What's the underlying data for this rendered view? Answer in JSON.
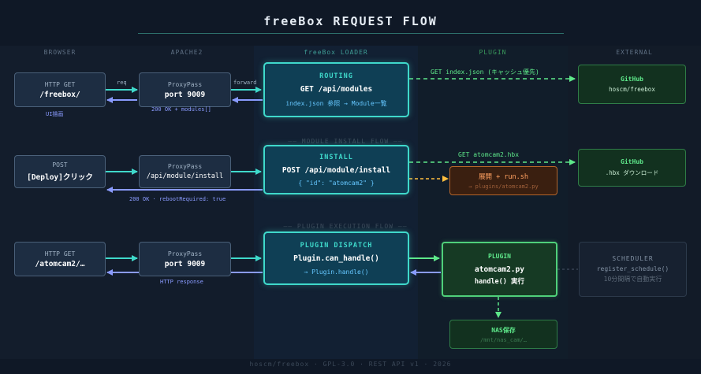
{
  "title": "freeBox REQUEST FLOW",
  "lanes": {
    "browser": "BROWSER",
    "apache": "APACHE2",
    "loader": "freeBox LOADER",
    "plugin": "PLUGIN",
    "external": "EXTERNAL"
  },
  "sections": {
    "install": "—— MODULE INSTALL FLOW ——",
    "execution": "—— PLUGIN EXECUTION FLOW ——"
  },
  "row1": {
    "browser_top": "HTTP GET",
    "browser_main": "/freebox/",
    "browser_note": "UI描画",
    "apache_top": "ProxyPass",
    "apache_main": "port 9009",
    "req_label": "req",
    "forward_label": "forward",
    "response_label": "200 OK + modules[]",
    "loader_title": "ROUTING",
    "loader_main": "GET /api/modules",
    "loader_sub": "index.json 参照 → Module一覧",
    "ext_label": "GET index.json (キャッシュ優先)",
    "ext_title": "GitHub",
    "ext_sub": "hoscm/freebox"
  },
  "row2": {
    "browser_top": "POST",
    "browser_main": "[Deploy]クリック",
    "apache_top": "ProxyPass",
    "apache_main": "/api/module/install",
    "response_label": "200 OK · rebootRequired: true",
    "loader_title": "INSTALL",
    "loader_main": "POST /api/module/install",
    "loader_sub": "{ \"id\": \"atomcam2\" }",
    "ext_label": "GET atomcam2.hbx",
    "ext_title": "GitHub",
    "ext_sub": ".hbx ダウンロード",
    "deploy_title": "展開 + run.sh",
    "deploy_sub": "→ plugins/atomcam2.py"
  },
  "row3": {
    "browser_top": "HTTP GET",
    "browser_main": "/atomcam2/…",
    "apache_top": "ProxyPass",
    "apache_main": "port 9009",
    "response_label": "HTTP response",
    "loader_title": "PLUGIN DISPATCH",
    "loader_main": "Plugin.can_handle()",
    "loader_sub": "→ Plugin.handle()",
    "plugin_title": "PLUGIN",
    "plugin_main": "atomcam2.py",
    "plugin_sub": "handle() 実行",
    "nas_title": "NAS保存",
    "nas_sub": "/mnt/nas_cam/…",
    "scheduler_title": "SCHEDULER",
    "scheduler_main": "register_schedule()",
    "scheduler_sub": "10分間隔で自動実行"
  },
  "footer": "hoscm/freebox · GPL-3.0 · REST API v1 · 2026",
  "colors": {
    "background": "#0f1826",
    "teal": "#3fd9cb",
    "green": "#5ee88a",
    "blue_return": "#8a9bff",
    "orange": "#ffa060"
  }
}
